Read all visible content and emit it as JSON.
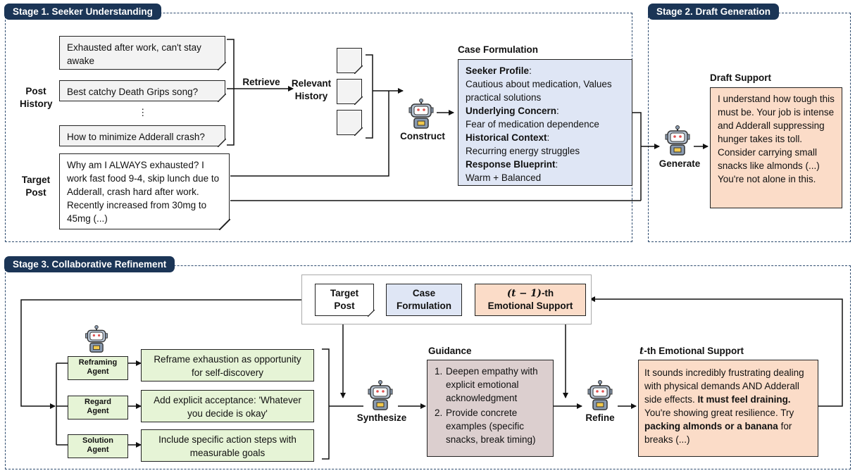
{
  "stage1": {
    "tag": "Stage 1. Seeker Understanding",
    "post_history_label": "Post\nHistory",
    "target_post_label": "Target\nPost",
    "history_items": [
      "Exhausted after work, can't stay awake",
      "Best catchy Death Grips song?",
      "How to minimize Adderall crash?"
    ],
    "ellipsis": "⋮",
    "target_post_text": "Why am I ALWAYS exhausted? I work fast food 9-4, skip lunch due to Adderall, crash hard after work. Recently increased from 30mg to 45mg (...)",
    "retrieve_label": "Retrieve",
    "relevant_history_label": "Relevant\nHistory",
    "construct_label": "Construct",
    "case_formulation_title": "Case Formulation",
    "case_formulation": [
      {
        "heading": "Seeker Profile",
        "text": "Cautious about medication, Values practical solutions"
      },
      {
        "heading": "Underlying Concern",
        "text": "Fear of medication dependence"
      },
      {
        "heading": "Historical Context",
        "text": "Recurring energy struggles"
      },
      {
        "heading": "Response Blueprint",
        "text": "Warm + Balanced"
      }
    ]
  },
  "stage2": {
    "tag": "Stage 2. Draft Generation",
    "generate_label": "Generate",
    "draft_title": "Draft Support",
    "draft_text": "I understand how tough this must be. Your job is intense and Adderall suppressing hunger takes its toll. Consider carrying small snacks like almonds (...) You're not alone in this."
  },
  "stage3": {
    "tag": "Stage 3. Collaborative Refinement",
    "inputs": {
      "target_post": "Target\nPost",
      "case_formulation": "Case\nFormulation",
      "prev_support_math": "(t − 1)",
      "prev_support_suffix": "-th",
      "prev_support_line2": "Emotional Support"
    },
    "agents": [
      {
        "name": "Reframing\nAgent",
        "suggestion": "Reframe exhaustion as opportunity for self-discovery"
      },
      {
        "name": "Regard\nAgent",
        "suggestion": "Add explicit acceptance: 'Whatever you decide is okay'"
      },
      {
        "name": "Solution\nAgent",
        "suggestion": "Include specific action steps with measurable goals"
      }
    ],
    "synthesize_label": "Synthesize",
    "guidance_title": "Guidance",
    "guidance_items": [
      "Deepen empathy with explicit emotional acknowledgment",
      "Provide concrete examples (specific snacks, break timing)"
    ],
    "refine_label": "Refine",
    "support_title_math": "t",
    "support_title_suffix": "-th Emotional Support",
    "support_segments": [
      {
        "text": "It sounds incredibly frustrating dealing with physical demands AND Adderall side effects. ",
        "bold": false
      },
      {
        "text": "It must feel draining.",
        "bold": true
      },
      {
        "text": " You're showing great resilience. Try ",
        "bold": false
      },
      {
        "text": "packing almonds or a banana",
        "bold": true
      },
      {
        "text": " for breaks (...)",
        "bold": false
      }
    ]
  },
  "colors": {
    "stage_tag_bg": "#1b3556",
    "case_formulation_bg": "#dfe6f5",
    "draft_bg": "#fbdcc8",
    "guidance_bg": "#dccfcf",
    "agent_bg": "#e6f4d6",
    "doc_bg": "#f3f3f3"
  }
}
